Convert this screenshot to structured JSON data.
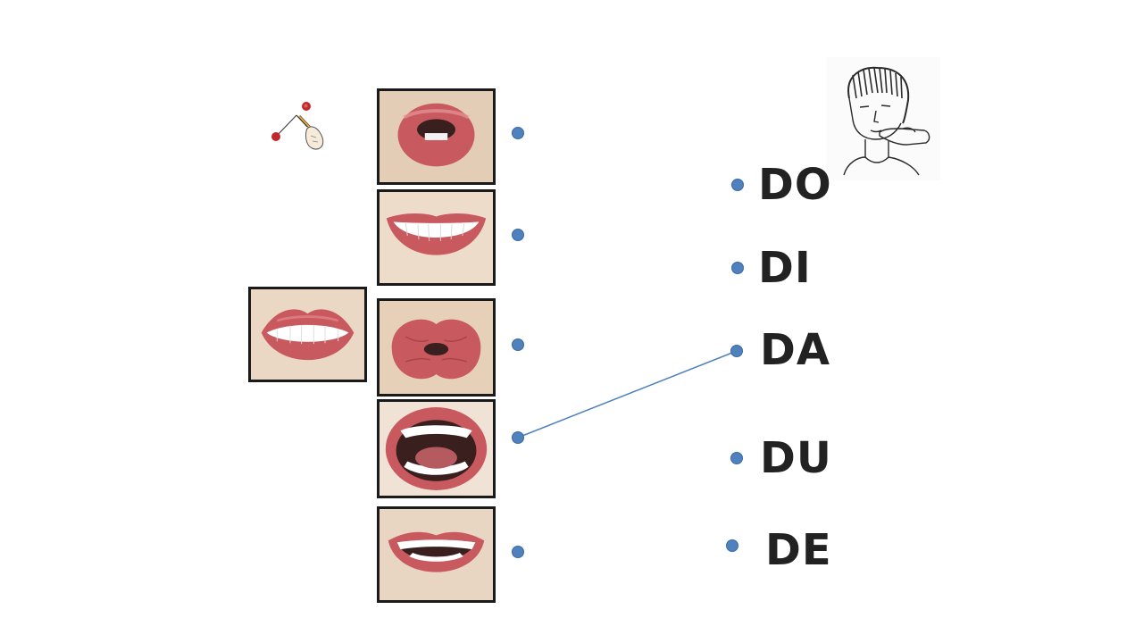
{
  "syllables": [
    "DO",
    "DI",
    "DA",
    "DU",
    "DE"
  ],
  "connection": {
    "mouth": 4,
    "syllable": "DA"
  },
  "icons": {
    "instruction": "hand-drawing-line-icon",
    "face": "person-finger-on-chin-sketch-icon"
  },
  "colors": {
    "dot": "#4f81bd",
    "line": "#4f81bd",
    "lips": "#c8595f",
    "frame": "#1a1a1a",
    "text": "#222222"
  }
}
